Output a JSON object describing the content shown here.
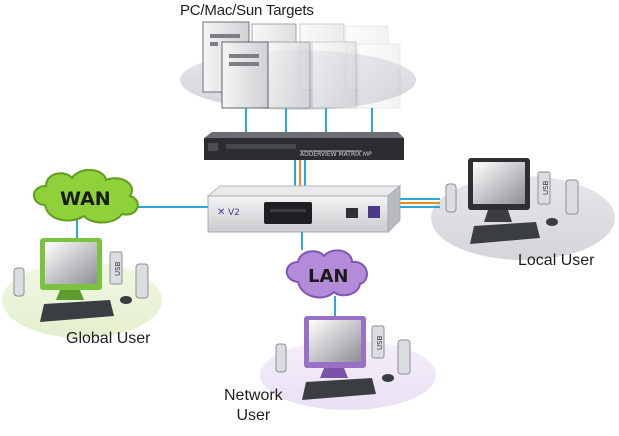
{
  "labels": {
    "targets": "PC/Mac/Sun Targets",
    "local_user": "Local User",
    "global_user": "Global User",
    "network_user_line1": "Network",
    "network_user_line2": "User"
  },
  "clouds": {
    "wan": "WAN",
    "lan": "LAN"
  },
  "devices": {
    "matrix_brand": "ADDERVIEW MATRIX MP",
    "ipeps_badge": "V2",
    "usb_label": "USB"
  },
  "colors": {
    "link_blue": "#29a9d9",
    "link_orange": "#f08a24",
    "wan_cloud": "#8ed13a",
    "lan_cloud": "#b48bd9",
    "global_monitor": "#7cc241",
    "network_monitor": "#9a6fc7"
  },
  "icons": [
    "server-tower-icon",
    "kvm-switch-icon",
    "ip-extender-icon",
    "cloud-icon",
    "desktop-computer-icon",
    "speaker-icon",
    "keyboard-icon",
    "mouse-icon"
  ]
}
